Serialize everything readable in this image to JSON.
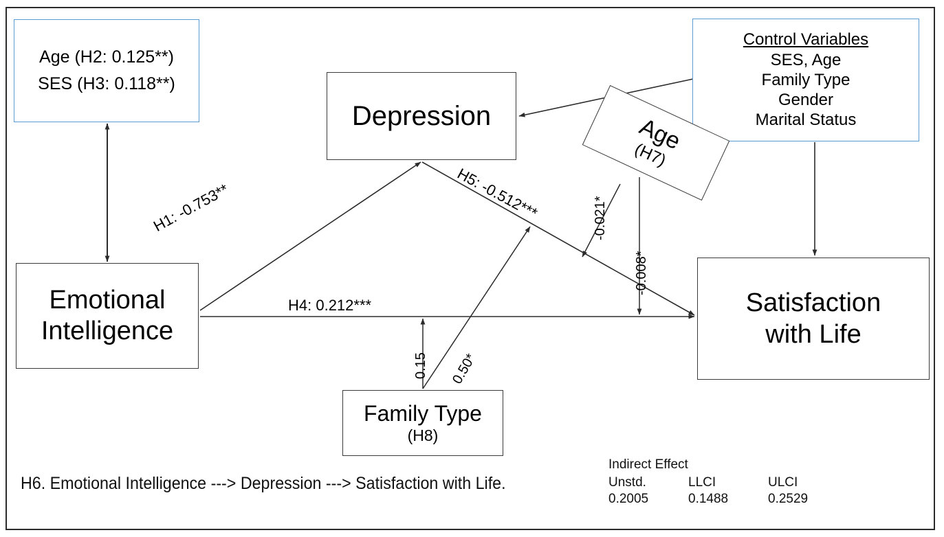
{
  "diagram": {
    "title": "Conceptual path model: Emotional Intelligence, Depression and Satisfaction with Life",
    "type": "path-diagram",
    "accent_border_color": "#5b9bd5",
    "node_border_color": "#3a3a3a"
  },
  "nodes": {
    "age_ses": {
      "line1": "Age (H2: 0.125**)",
      "line2": "SES (H3: 0.118**)"
    },
    "control_variables": {
      "title": "Control Variables",
      "items": [
        "SES, Age",
        "Family Type",
        "Gender",
        "Marital Status"
      ]
    },
    "depression": {
      "label": "Depression"
    },
    "emotional_intelligence": {
      "line1": "Emotional",
      "line2": "Intelligence"
    },
    "satisfaction": {
      "line1": "Satisfaction",
      "line2": "with Life"
    },
    "age_h7": {
      "line1": "Age",
      "line2": "(H7)"
    },
    "family_type": {
      "line1": "Family Type",
      "line2": "(H8)"
    }
  },
  "paths": {
    "h1": "H1: -0.753**",
    "h5": "H5: -0.512***",
    "h4": "H4: 0.212***",
    "age_mod_on_h5": "-0.021*",
    "age_mod_on_h4": "-0.008*",
    "family_direct": "0.15",
    "family_on_h5": "0.50*"
  },
  "footer": {
    "h6": "H6. Emotional Intelligence ---> Depression ---> Satisfaction with Life.",
    "indirect_effect": {
      "title": "Indirect Effect",
      "headers": [
        "Unstd.",
        "LLCI",
        "ULCI"
      ],
      "values": [
        "0.2005",
        "0.1488",
        "0.2529"
      ]
    }
  }
}
